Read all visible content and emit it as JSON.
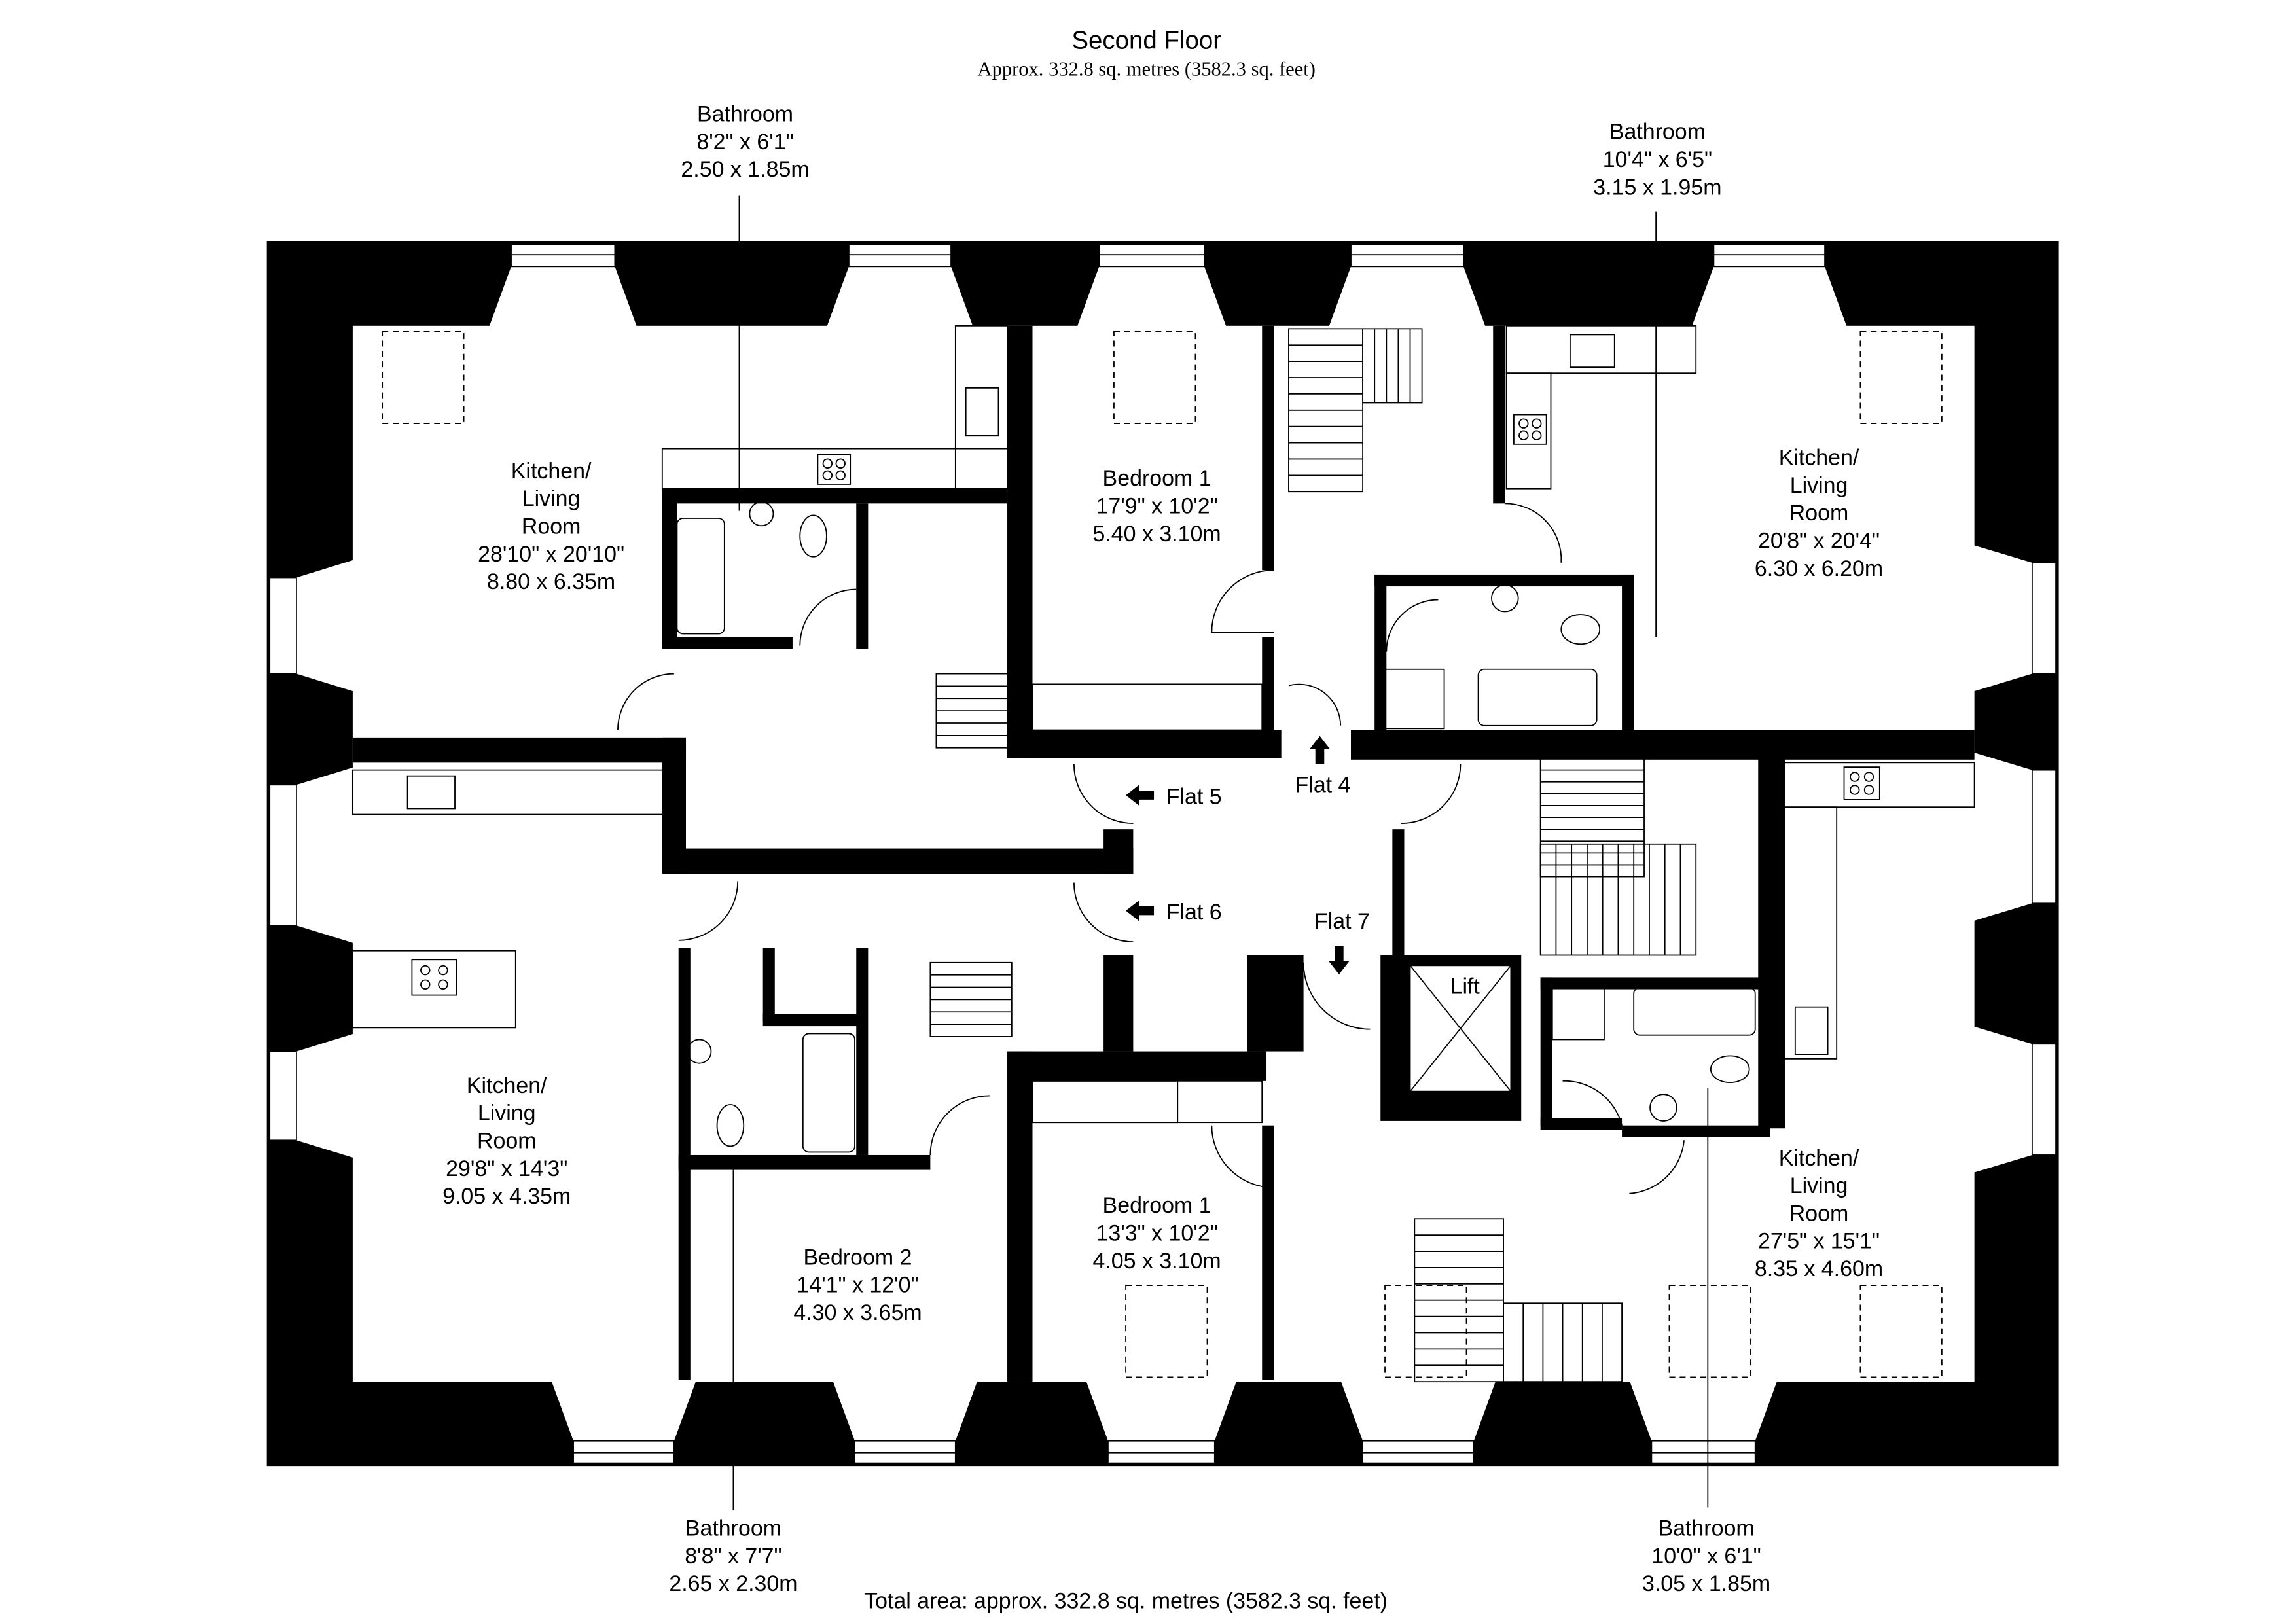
{
  "header": {
    "title": "Second Floor",
    "subtitle": "Approx. 332.8 sq. metres (3582.3 sq. feet)"
  },
  "footer": {
    "total_area": "Total area: approx. 332.8 sq. metres (3582.3 sq. feet)"
  },
  "rooms": {
    "bathroom_top_left": {
      "lines": [
        "Bathroom",
        "8'2\" x 6'1\"",
        "2.50 x 1.85m"
      ]
    },
    "bathroom_top_right": {
      "lines": [
        "Bathroom",
        "10'4\" x 6'5\"",
        "3.15 x 1.95m"
      ]
    },
    "kitchen_top_left": {
      "lines": [
        "Kitchen/",
        "Living",
        "Room",
        "28'10\" x 20'10\"",
        "8.80 x 6.35m"
      ]
    },
    "bedroom1_top": {
      "lines": [
        "Bedroom 1",
        "17'9\" x 10'2\"",
        "5.40 x 3.10m"
      ]
    },
    "kitchen_top_right": {
      "lines": [
        "Kitchen/",
        "Living",
        "Room",
        "20'8\" x 20'4\"",
        "6.30 x 6.20m"
      ]
    },
    "kitchen_bottom_left": {
      "lines": [
        "Kitchen/",
        "Living",
        "Room",
        "29'8\" x 14'3\"",
        "9.05 x 4.35m"
      ]
    },
    "bedroom2": {
      "lines": [
        "Bedroom 2",
        "14'1\" x 12'0\"",
        "4.30 x 3.65m"
      ]
    },
    "bedroom1_bottom": {
      "lines": [
        "Bedroom 1",
        "13'3\" x 10'2\"",
        "4.05 x 3.10m"
      ]
    },
    "kitchen_bottom_right": {
      "lines": [
        "Kitchen/",
        "Living",
        "Room",
        "27'5\" x 15'1\"",
        "8.35 x 4.60m"
      ]
    },
    "bathroom_bottom_left": {
      "lines": [
        "Bathroom",
        "8'8\" x 7'7\"",
        "2.65 x 2.30m"
      ]
    },
    "bathroom_bottom_right": {
      "lines": [
        "Bathroom",
        "10'0\" x 6'1\"",
        "3.05 x 1.85m"
      ]
    }
  },
  "landing": {
    "flat4": "Flat 4",
    "flat5": "Flat 5",
    "flat6": "Flat 6",
    "flat7": "Flat 7",
    "lift": "Lift"
  },
  "colors": {
    "wall": "#000000",
    "background": "#ffffff"
  }
}
